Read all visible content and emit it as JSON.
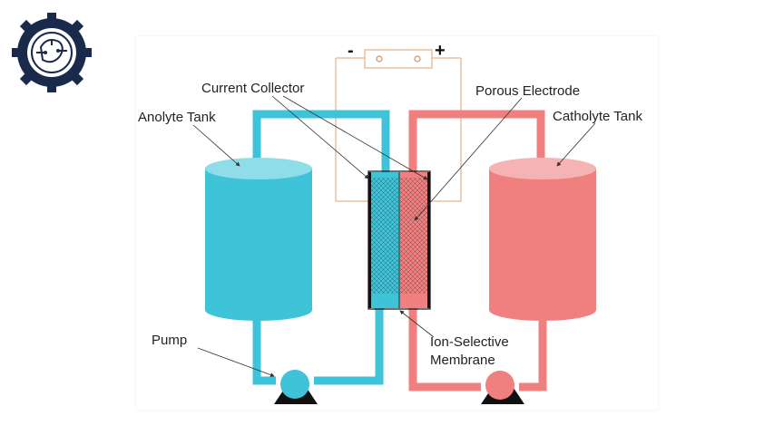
{
  "labels": {
    "anolyte_tank": "Anolyte Tank",
    "catholyte_tank": "Catholyte Tank",
    "current_collector": "Current Collector",
    "porous_electrode": "Porous Electrode",
    "pump": "Pump",
    "membrane_line1": "Ion-Selective",
    "membrane_line2": "Membrane",
    "minus": "-",
    "plus": "+"
  },
  "colors": {
    "anolyte": "#3fc3d8",
    "anolyte_top": "#8fdde9",
    "catholyte": "#f07f7f",
    "catholyte_top": "#f6b3b3",
    "wire": "#e7b48e",
    "support": "#111111"
  },
  "logo": {
    "icon": "gear-circuit-logo-icon"
  }
}
